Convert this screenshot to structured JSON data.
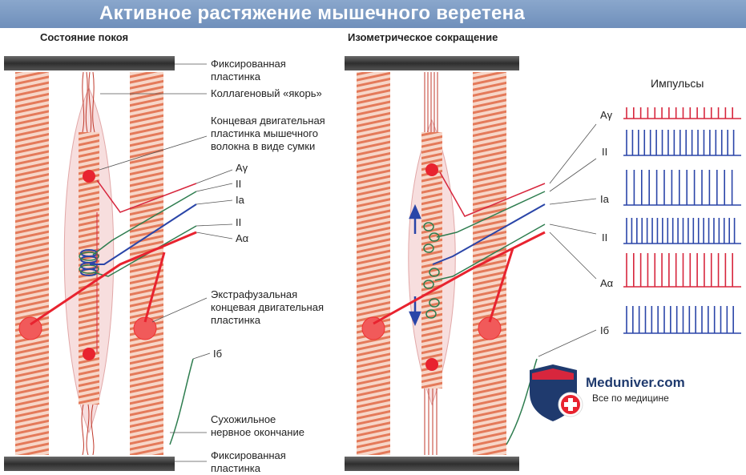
{
  "title": "Активное растяжение мышечного веретена",
  "left_panel": {
    "header": "Состояние покоя",
    "labels": {
      "fixed_plate_top": "Фиксированная\nпластинка",
      "collagen_anchor": "Коллагеновый «якорь»",
      "end_plate_bag": "Концевая двигательная\nпластинка мышечного\nволокна в виде сумки",
      "extrafusal_plate": "Экстрафузальная\nконцевая двигательная\nпластинка",
      "tendon_ending": "Сухожильное\nнервное окончание",
      "fixed_plate_bottom": "Фиксированная\nпластинка"
    },
    "fibers": [
      "Aγ",
      "II",
      "Ia",
      "II",
      "Aα"
    ],
    "fiber_ib": "Iб"
  },
  "right_panel": {
    "header": "Изометрическое сокращение",
    "impulses_title": "Импульсы",
    "traces": [
      {
        "label": "Aγ",
        "color": "#d7263d",
        "spikes": 16
      },
      {
        "label": "II",
        "color": "#2a45a8",
        "spikes": 19
      },
      {
        "label": "Ia",
        "color": "#2a45a8",
        "spikes": 15
      },
      {
        "label": "II",
        "color": "#2a45a8",
        "spikes": 22
      },
      {
        "label": "Aα",
        "color": "#d7263d",
        "spikes": 16
      }
    ],
    "ib_trace": {
      "label": "Iб",
      "color": "#2a45a8",
      "spikes": 18
    }
  },
  "logo": {
    "name": "Meduniver.com",
    "tagline": "Все по медицине"
  },
  "colors": {
    "red": "#d7263d",
    "blue": "#2a45a8",
    "green": "#2e7d4f",
    "muscle": "#e07a5f",
    "plate": "#3a3a3a"
  }
}
